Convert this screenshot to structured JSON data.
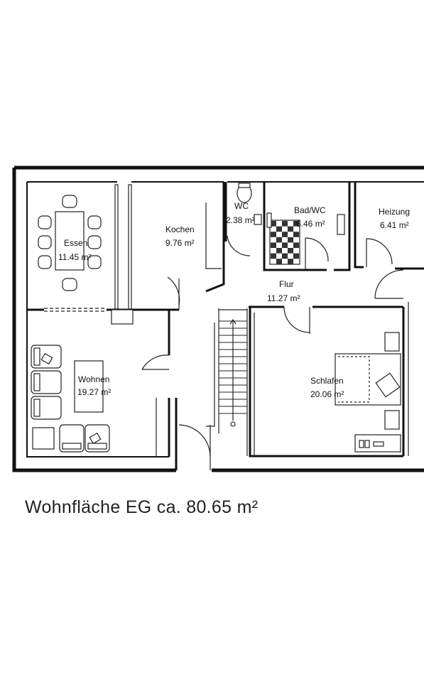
{
  "rooms": {
    "essen": {
      "name": "Essen",
      "area": "11.45 m²"
    },
    "kochen": {
      "name": "Kochen",
      "area": "9.76 m²"
    },
    "wc": {
      "name": "WC",
      "area": "2.38 m²"
    },
    "bad": {
      "name": "Bad/WC",
      "area": "6.46 m²"
    },
    "heizung": {
      "name": "Heizung",
      "area": "6.41 m²"
    },
    "flur": {
      "name": "Flur",
      "area": "11.27 m²"
    },
    "wohnen": {
      "name": "Wohnen",
      "area": "19.27 m²"
    },
    "schlafen": {
      "name": "Schlafen",
      "area": "20.06 m²"
    }
  },
  "caption": "Wohnfläche EG ca. 80.65 m²"
}
